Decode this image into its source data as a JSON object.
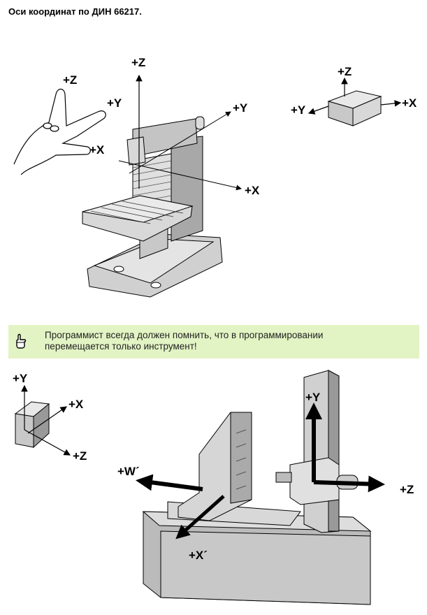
{
  "title": "Оси координат по ДИН 66217.",
  "figure1": {
    "hand": {
      "z": "+Z",
      "y": "+Y",
      "x": "+X"
    },
    "machine": {
      "z": "+Z",
      "y": "+Y",
      "x": "+X"
    },
    "block": {
      "z": "+Z",
      "y": "+Y",
      "x": "+X"
    }
  },
  "note": {
    "icon": "pointing-hand-icon",
    "line1": "Программист всегда должен помнить, что в программировании",
    "line2": "перемещается только инструмент!",
    "background": "#e3f4c4"
  },
  "figure2": {
    "axes": {
      "y": "+Y",
      "x": "+X",
      "z": "+Z"
    },
    "machine": {
      "w": "+W´",
      "x": "+X´",
      "y": "+Y",
      "z": "+Z"
    }
  }
}
